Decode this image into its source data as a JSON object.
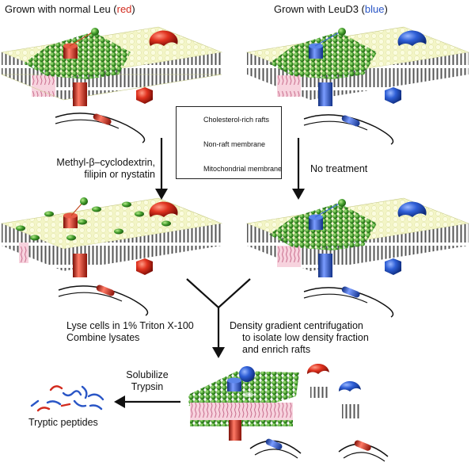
{
  "titles": {
    "left_prefix": "Grown with normal Leu (",
    "left_color_word": "red",
    "left_suffix": ")",
    "right_prefix": "Grown with LeuD3 (",
    "right_color_word": "blue",
    "right_suffix": ")"
  },
  "legend": {
    "rafts": "Cholesterol-rich rafts",
    "nonraft": "Non-raft membrane",
    "mito": "Mitochondrial membrane"
  },
  "steps": {
    "left_treatment_1": "Methyl-β–cyclodextrin,",
    "left_treatment_2": "filipin or nystatin",
    "right_treatment": "No treatment",
    "lyse_1": "Lyse cells in 1% Triton X-100",
    "lyse_2": "Combine lysates",
    "density_1": "Density gradient centrifugation",
    "density_2": "to isolate low density fraction",
    "density_3": "and enrich rafts",
    "solubilize_1": "Solubilize",
    "solubilize_2": "Trypsin",
    "tryptic": "Tryptic peptides"
  },
  "colors": {
    "red": "#d22b1e",
    "blue": "#2a56c6",
    "raft_green": "#3f9a2a",
    "membrane_yellow": "#f3f5c6",
    "raft_pink": "#f3c9d6"
  }
}
